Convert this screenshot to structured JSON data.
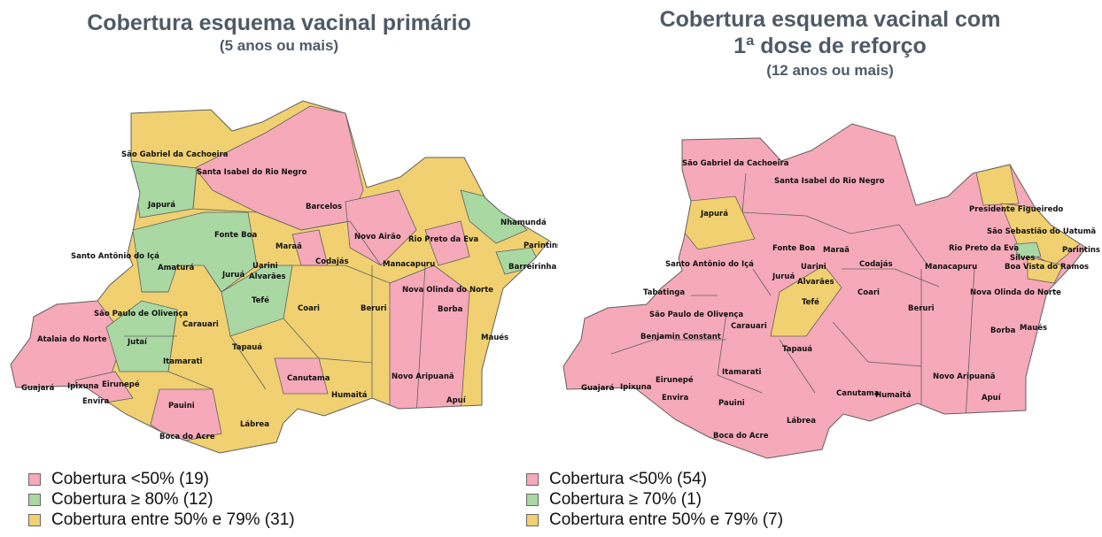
{
  "colors": {
    "low": "#f6a9b8",
    "high": "#a9d8a3",
    "mid": "#f0d070",
    "border": "#606060",
    "title": "#505a66"
  },
  "left": {
    "title": "Cobertura esquema vacinal primário",
    "subtitle": "(5 anos ou mais)",
    "legend": [
      {
        "color": "low",
        "text": "Cobertura <50% (19)"
      },
      {
        "color": "high",
        "text": "Cobertura ≥ 80% (12)"
      },
      {
        "color": "mid",
        "text": "Cobertura entre 50% e 79% (31)"
      }
    ],
    "labels": [
      "São Gabriel da Cachoeira",
      "Santa Isabel do Rio Negro",
      "Barcelos",
      "Japurá",
      "Nhamundá",
      "Fonte Boa",
      "Maraã",
      "Novo Airão",
      "Rio Preto da Eva",
      "Parintins",
      "Santo Antônio do Içá",
      "Codajás",
      "Manacapuru",
      "Barreirinha",
      "Amaturá",
      "Uarini",
      "Juruá",
      "Alvarães",
      "Nova Olinda do Norte",
      "Tefé",
      "Coari",
      "Beruri",
      "Borba",
      "São Paulo de Olivença",
      "Carauari",
      "Maués",
      "Atalaia do Norte",
      "Jutaí",
      "Tapauá",
      "Itamarati",
      "Novo Aripuanã",
      "Canutama",
      "Guajará",
      "Ipixuna",
      "Eirunepé",
      "Humaitá",
      "Apuí",
      "Envira",
      "Pauini",
      "Lábrea",
      "Boca do Acre"
    ]
  },
  "right": {
    "title_line1": "Cobertura esquema vacinal com",
    "title_line2": "1ª dose de reforço",
    "subtitle": "(12 anos ou mais)",
    "legend": [
      {
        "color": "low",
        "text": "Cobertura <50% (54)"
      },
      {
        "color": "high",
        "text": "Cobertura ≥ 70% (1)"
      },
      {
        "color": "mid",
        "text": "Cobertura entre 50% e 79% (7)"
      }
    ],
    "labels": [
      "São Gabriel da Cachoeira",
      "Santa Isabel do Rio Negro",
      "Japurá",
      "Presidente Figueiredo",
      "São Sebastião do Uatumã",
      "Fonte Boa",
      "Maraã",
      "Rio Preto da Eva",
      "Parintins",
      "Santo Antônio do Içá",
      "Codajás",
      "Manacapuru",
      "Silves",
      "Boa Vista do Ramos",
      "Uarini",
      "Juruá",
      "Alvarães",
      "Tabatinga",
      "Coari",
      "Nova Olinda do Norte",
      "Tefé",
      "Beruri",
      "São Paulo de Olivença",
      "Carauari",
      "Borba",
      "Maués",
      "Benjamin Constant",
      "Tapauá",
      "Itamarati",
      "Eirunepé",
      "Novo Aripuanã",
      "Guajará",
      "Ipixuna",
      "Canutama",
      "Humaitá",
      "Apuí",
      "Envira",
      "Pauini",
      "Lábrea",
      "Boca do Acre"
    ]
  }
}
